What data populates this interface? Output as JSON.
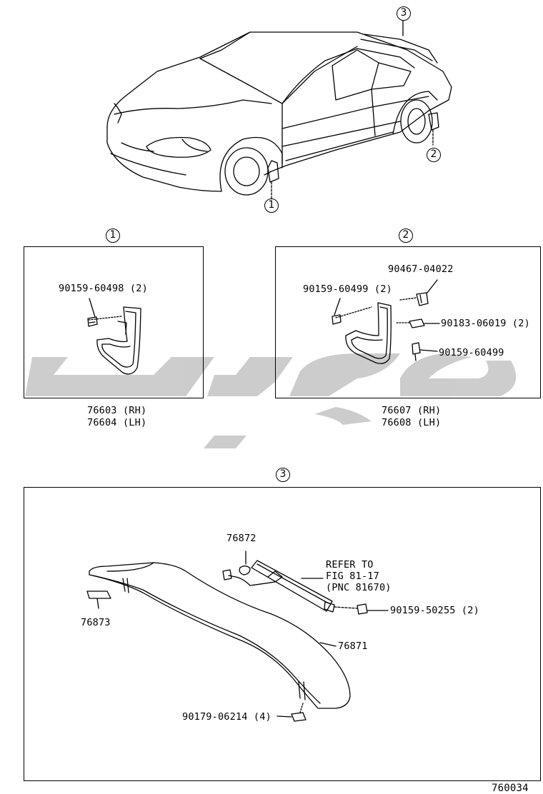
{
  "callouts": {
    "c1": "1",
    "c2": "2",
    "c3": "3"
  },
  "section1": {
    "bolt": "90159-60498 (2)",
    "part_rh": "76603 (RH)",
    "part_lh": "76604 (LH)"
  },
  "section2": {
    "clip": "90467-04022",
    "bolt": "90159-60499 (2)",
    "nut": "90183-06019 (2)",
    "screw": "90159-60499",
    "part_rh": "76607 (RH)",
    "part_lh": "76608 (LH)"
  },
  "section3": {
    "gasket": "76872",
    "pad": "76873",
    "spoiler": "76871",
    "refer_1": "REFER TO",
    "refer_2": "FIG 81-17",
    "refer_3": "(PNC 81670)",
    "bolt": "90159-50255 (2)",
    "nut": "90179-06214 (4)"
  },
  "figure_id": "760034",
  "colors": {
    "line": "#000000",
    "watermark": "#c4c4c4"
  }
}
